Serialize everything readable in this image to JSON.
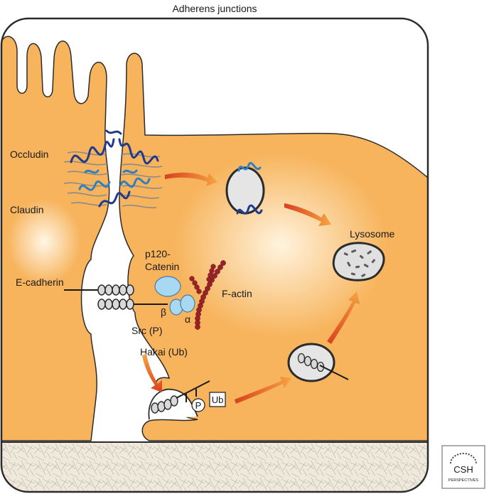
{
  "title": "Adherens junctions",
  "labels": {
    "occludin": "Occludin",
    "claudin": "Claudin",
    "ecadherin": "E-cadherin",
    "p120_line1": "p120-",
    "p120_line2": "Catenin",
    "factin": "F-actin",
    "beta": "β",
    "alpha": "α",
    "src": "Src (P)",
    "hakai": "Hakai (Ub)",
    "phospho": "P",
    "ub": "Ub",
    "lysosome": "Lysosome"
  },
  "logo": {
    "line1": "CSH",
    "line2": "PERSPECTIVES"
  },
  "colors": {
    "cell_orange": "#f7b45c",
    "cell_glow": "#fff3de",
    "membrane": "#2b2b2b",
    "occludin_blue": "#223a8c",
    "claudin_blue": "#2f7fc1",
    "fiber_gray": "#8a8a8a",
    "actin_red": "#9b2328",
    "catenin_blue": "#a9d8f2",
    "arrow_red": "#d9401e",
    "arrow_orange": "#f5a442",
    "ecm_fill": "#efe9dc"
  }
}
